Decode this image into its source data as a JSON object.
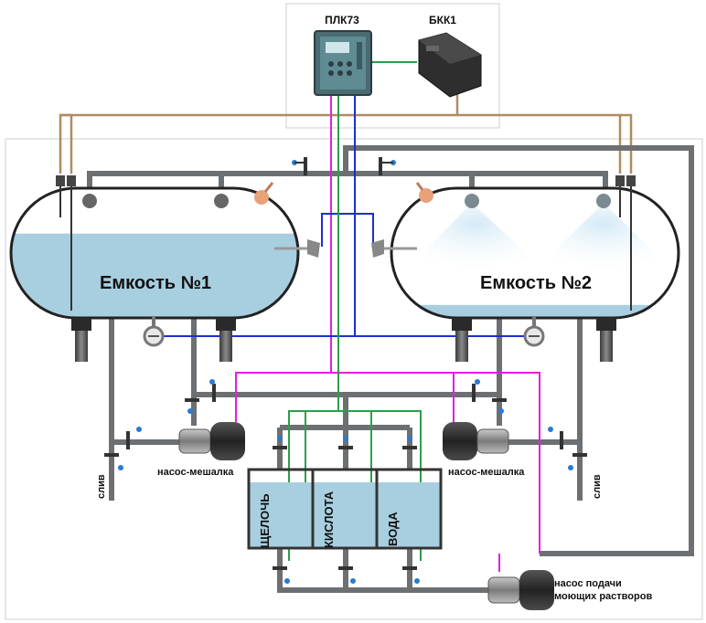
{
  "devices": {
    "plc_label": "ПЛК73",
    "bkk_label": "БКК1"
  },
  "tanks": {
    "tank1_label": "Емкость №1",
    "tank2_label": "Емкость №2",
    "tank1_fill": 0.65,
    "tank2_fill": 0.1
  },
  "containers": {
    "alkali_label": "ЩЕЛОЧЬ",
    "acid_label": "КИСЛОТА",
    "water_label": "ВОДА"
  },
  "pumps": {
    "mixer_left_label": "насос-мешалка",
    "mixer_right_label": "насос-мешалка",
    "supply_label_line1": "насос подачи",
    "supply_label_line2": "моющих растворов"
  },
  "drains": {
    "left_label": "слив",
    "right_label": "слив"
  },
  "colors": {
    "liquid": "#a8cfe0",
    "pipe": "#6d7073",
    "cable_brown": "#b08b62",
    "cable_magenta": "#e020e0",
    "cable_blue": "#1a2fd0",
    "cable_green": "#2aa04a",
    "panel_border": "#cfcfcf"
  }
}
